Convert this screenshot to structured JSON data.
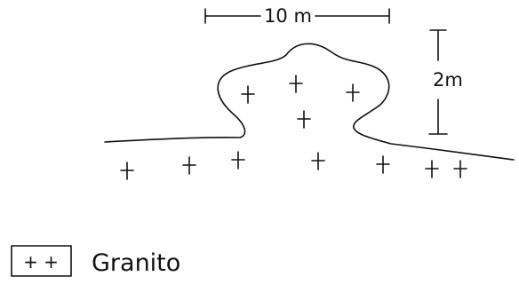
{
  "diagram": {
    "width_dimension": "10 m",
    "height_dimension": "2m",
    "legend": {
      "symbol": "+ +",
      "label": "Granito"
    }
  }
}
